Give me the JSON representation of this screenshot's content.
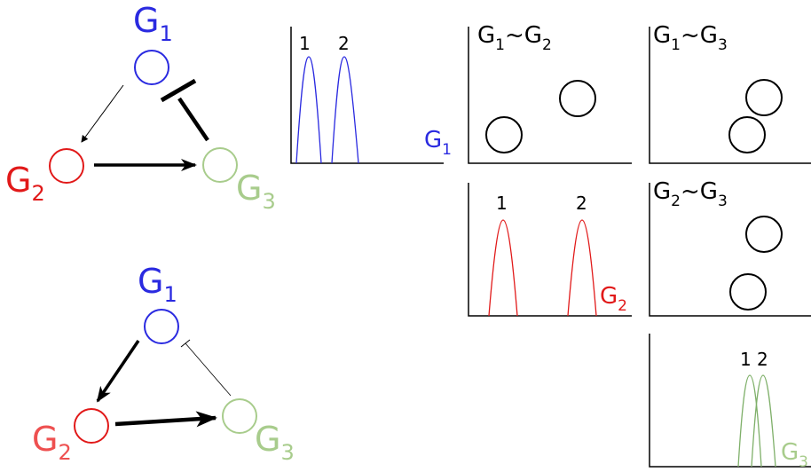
{
  "colors": {
    "g1": "#2a2ae0",
    "g2": "#e11919",
    "g2_light": "#ee5050",
    "g3": "#a8cc8c",
    "g3_curve": "#7fb06a",
    "ink": "#000000"
  },
  "network_top": {
    "g1_label": "G",
    "g1_sub": "1",
    "g2_label": "G",
    "g2_sub": "2",
    "g3_label": "G",
    "g3_sub": "3"
  },
  "network_bottom": {
    "g1_label": "G",
    "g1_sub": "1",
    "g2_label": "G",
    "g2_sub": "2",
    "g3_label": "G",
    "g3_sub": "3"
  },
  "histograms": {
    "g1": {
      "peak_1": "1",
      "peak_2": "2",
      "axis_label": "G",
      "axis_sub": "1"
    },
    "g2": {
      "peak_1": "1",
      "peak_2": "2",
      "axis_label": "G",
      "axis_sub": "2"
    },
    "g3": {
      "peak_1": "1",
      "peak_2": "2",
      "axis_label": "G",
      "axis_sub": "3"
    }
  },
  "scatters": {
    "g1_g2": {
      "a": "G",
      "a_sub": "1",
      "tilde": "~",
      "b": "G",
      "b_sub": "2"
    },
    "g1_g3": {
      "a": "G",
      "a_sub": "1",
      "tilde": "~",
      "b": "G",
      "b_sub": "3"
    },
    "g2_g3": {
      "a": "G",
      "a_sub": "2",
      "tilde": "~",
      "b": "G",
      "b_sub": "3"
    }
  }
}
